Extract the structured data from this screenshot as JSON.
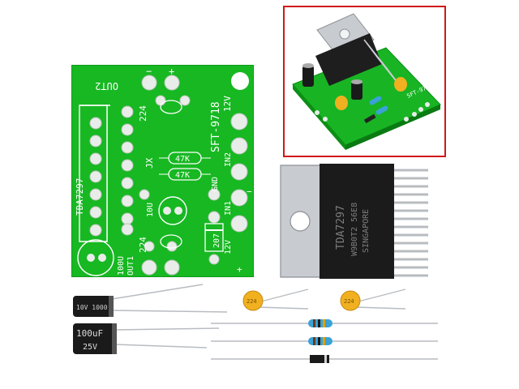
{
  "colors": {
    "pcb_green": "#17b822",
    "pcb_dark": "#0f9a1a",
    "silkscreen": "#ffffff",
    "pad": "#e9ede9",
    "inset_border": "#d01818",
    "heatsink_tab": "#c8ccd0",
    "ic_body": "#1b1b1b",
    "ceramic_cap": "#f0b020",
    "resistor_body": "#3aa2d6",
    "lead_wire": "#b8bcc0"
  },
  "pcb": {
    "out2_label": "OUT2",
    "minus_label": "−",
    "plus_label": "+",
    "cap_224_top": "224",
    "model_label": "SFT-9718",
    "voltage_label": "12V",
    "ground_symbol": "⏚",
    "ic_label": "TDA7297",
    "jx_label": "JX",
    "r1_label": "47K",
    "r2_label": "47K",
    "in2_label": "IN2",
    "gnd_label": "GND",
    "in1_label": "IN1",
    "cap_10u_label": "10U",
    "diode_label": "207",
    "cap_224_bottom": "224",
    "cap_100u_label": "100U",
    "out1_label": "OUT1",
    "voltage_label_bottom": "12V",
    "plus_bottom": "+",
    "minus_bottom": "−"
  },
  "ic": {
    "line1": "TDA7297",
    "line2": "W9B0T2 56E8",
    "line3": "SINGAPORE"
  },
  "components": {
    "electrolytic_small_label": "10V 1000",
    "electrolytic_large_label": "100uF",
    "electrolytic_large_voltage": "25V",
    "ceramic_left_label": "224",
    "ceramic_right_label": "224"
  }
}
